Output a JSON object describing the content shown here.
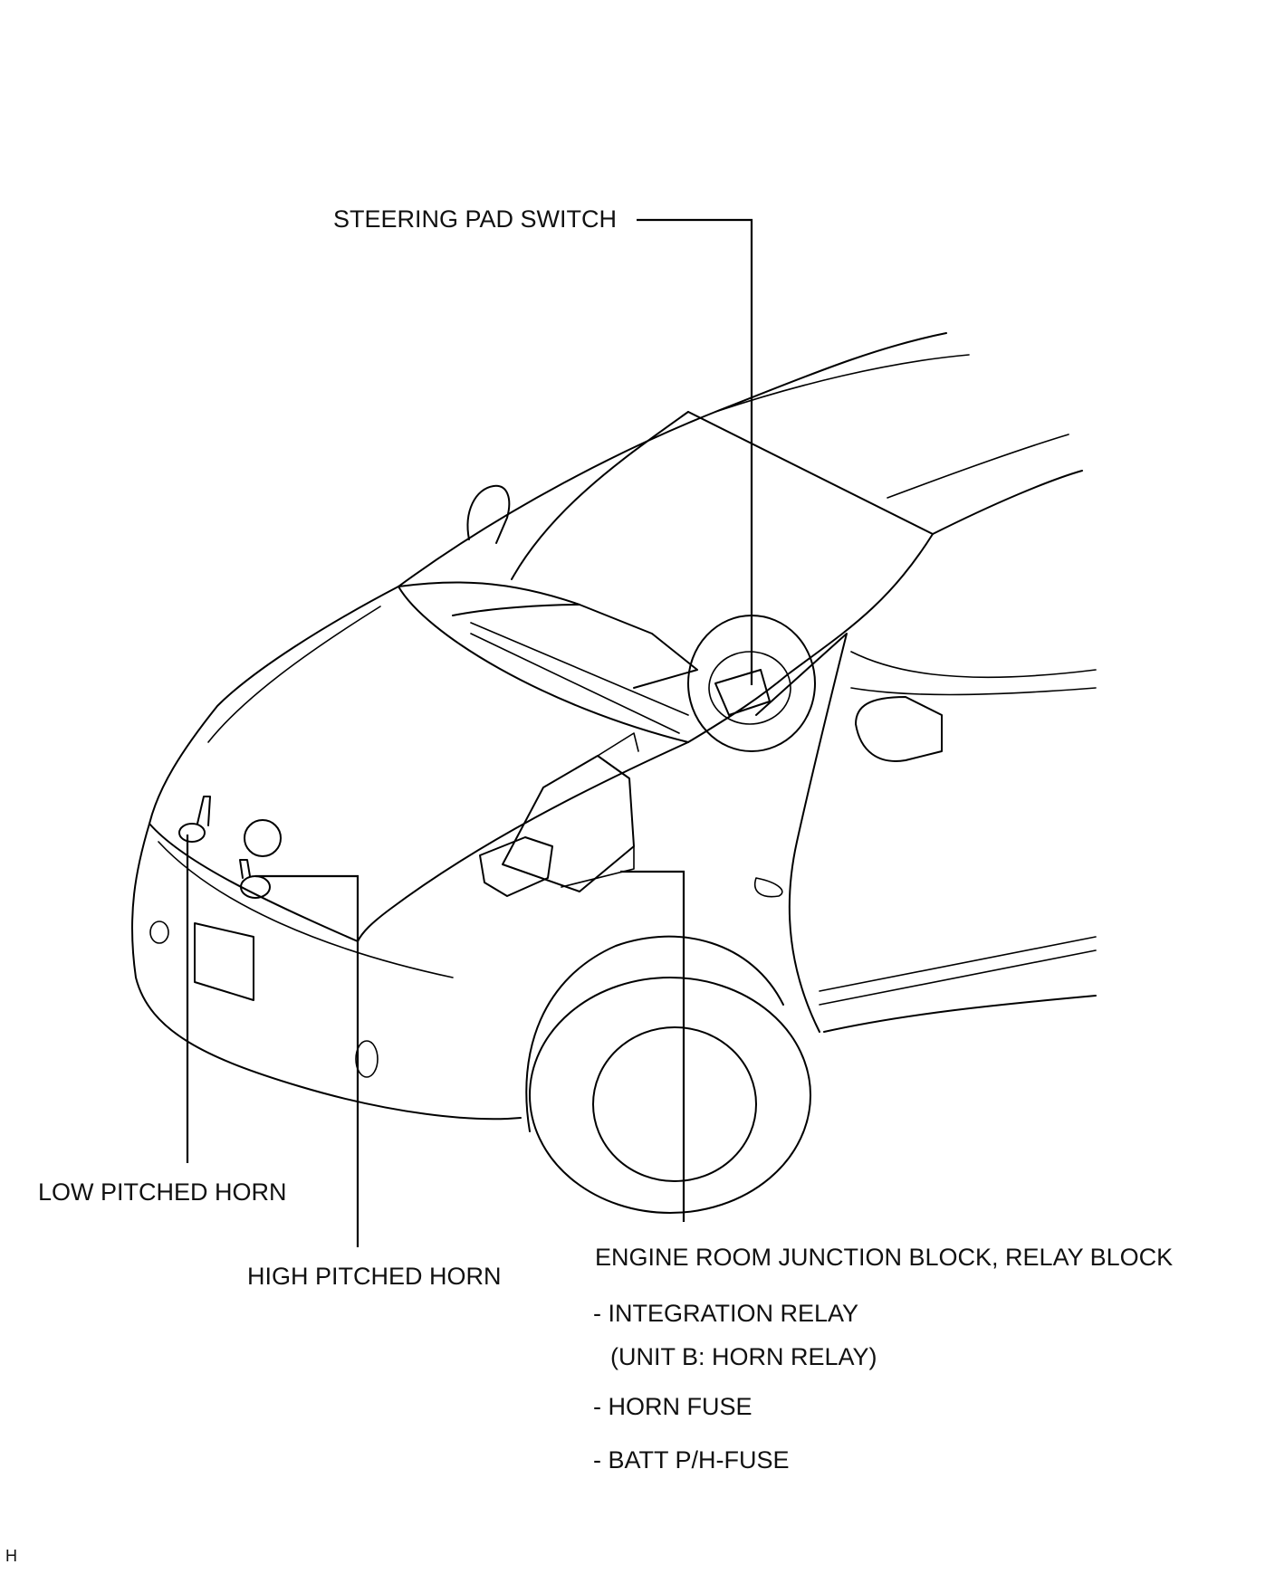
{
  "labels": {
    "steering_pad_switch": "STEERING PAD SWITCH",
    "low_pitched_horn": "LOW PITCHED HORN",
    "high_pitched_horn": "HIGH PITCHED HORN",
    "engine_room_block": "ENGINE ROOM JUNCTION BLOCK, RELAY BLOCK",
    "integration_relay": "- INTEGRATION RELAY",
    "unit_b": "(UNIT B: HORN RELAY)",
    "horn_fuse": "- HORN FUSE",
    "batt_fuse": "- BATT P/H-FUSE",
    "corner_mark": "H"
  }
}
